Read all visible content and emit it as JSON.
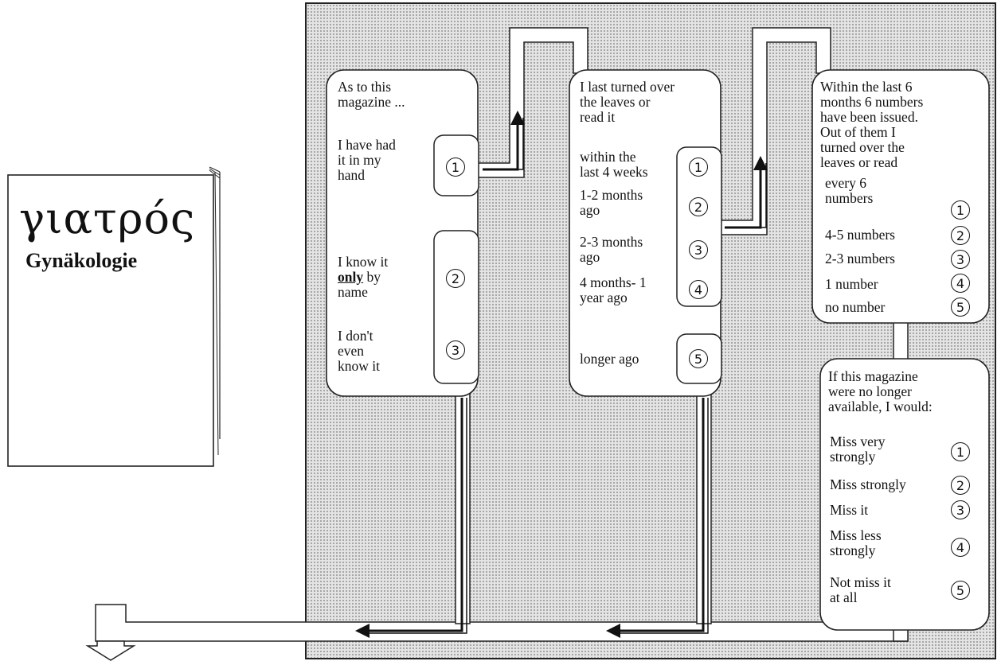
{
  "magazine": {
    "title": "γιατρός",
    "subtitle": "Gynäkologie"
  },
  "q1": {
    "heading": [
      "As to this",
      "magazine ..."
    ],
    "options": [
      {
        "label": [
          "I have had",
          "it in my",
          "hand"
        ],
        "code": "1"
      },
      {
        "label_pre": "I know it",
        "label_emph": "only",
        "label_post": " by",
        "label_end": "name",
        "code": "2"
      },
      {
        "label": [
          "I don't",
          "even",
          "know it"
        ],
        "code": "3"
      }
    ]
  },
  "q2": {
    "heading": [
      "I last turned over",
      "the leaves or",
      "read it"
    ],
    "options": [
      {
        "label": [
          "within the",
          "last 4 weeks"
        ],
        "code": "1"
      },
      {
        "label": [
          "1-2 months",
          "ago"
        ],
        "code": "2"
      },
      {
        "label": [
          "2-3 months",
          "ago"
        ],
        "code": "3"
      },
      {
        "label": [
          "4 months- 1",
          "year ago"
        ],
        "code": "4"
      },
      {
        "label": [
          "longer ago"
        ],
        "code": "5"
      }
    ]
  },
  "q3": {
    "heading": [
      "Within the last 6",
      "months 6 numbers",
      "have been issued.",
      "Out of them I",
      "turned over the",
      "leaves or read"
    ],
    "options": [
      {
        "label": [
          "every 6",
          "numbers"
        ],
        "code": "1"
      },
      {
        "label": [
          "4-5 numbers"
        ],
        "code": "2"
      },
      {
        "label": [
          "2-3 numbers"
        ],
        "code": "3"
      },
      {
        "label": [
          "1 number"
        ],
        "code": "4"
      },
      {
        "label": [
          "no number"
        ],
        "code": "5"
      }
    ]
  },
  "q4": {
    "heading": [
      "If this magazine",
      "were no longer",
      "available, I would:"
    ],
    "options": [
      {
        "label": [
          "Miss very",
          "strongly"
        ],
        "code": "1"
      },
      {
        "label": [
          "Miss strongly"
        ],
        "code": "2"
      },
      {
        "label": [
          "Miss it"
        ],
        "code": "3"
      },
      {
        "label": [
          "Miss less",
          "strongly"
        ],
        "code": "4"
      },
      {
        "label": [
          "Not miss it",
          "at all"
        ],
        "code": "5"
      }
    ]
  }
}
